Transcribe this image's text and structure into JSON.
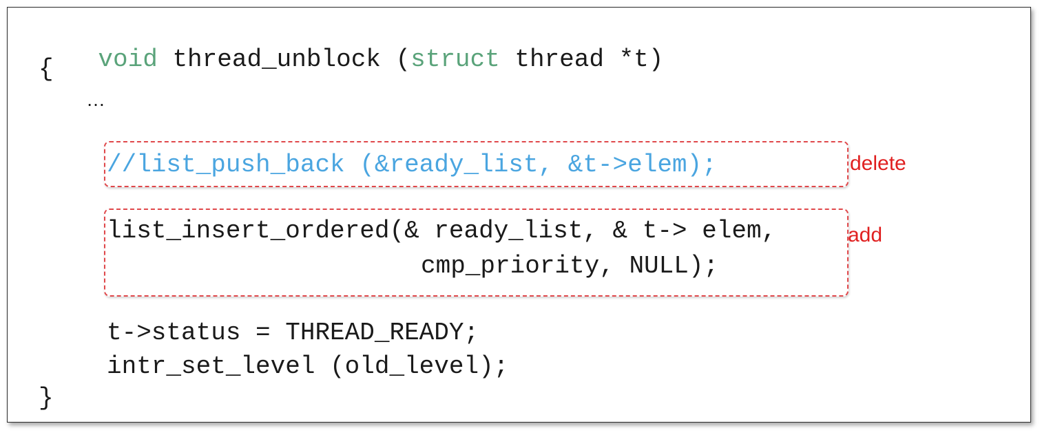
{
  "code": {
    "signature": {
      "return_type": "void",
      "function_name": " thread_unblock (",
      "param_keyword": "struct",
      "param_rest": " thread *t)"
    },
    "open_brace": "{",
    "ellipsis": "…",
    "deleted_line": "//list_push_back (&ready_list, &t->elem);",
    "added_line_1": "list_insert_ordered(& ready_list, & t-> elem,",
    "added_line_2": "cmp_priority, NULL);",
    "status_line": "t->status = THREAD_READY;",
    "level_line": "intr_set_level (old_level);",
    "close_brace": "}"
  },
  "annotations": {
    "delete_label": "delete",
    "add_label": "add",
    "color": "#e02020"
  },
  "colors": {
    "keyword": "#5aa37a",
    "comment": "#4aa5e0",
    "text": "#1a1a1a",
    "dash_border": "#e0474a"
  }
}
